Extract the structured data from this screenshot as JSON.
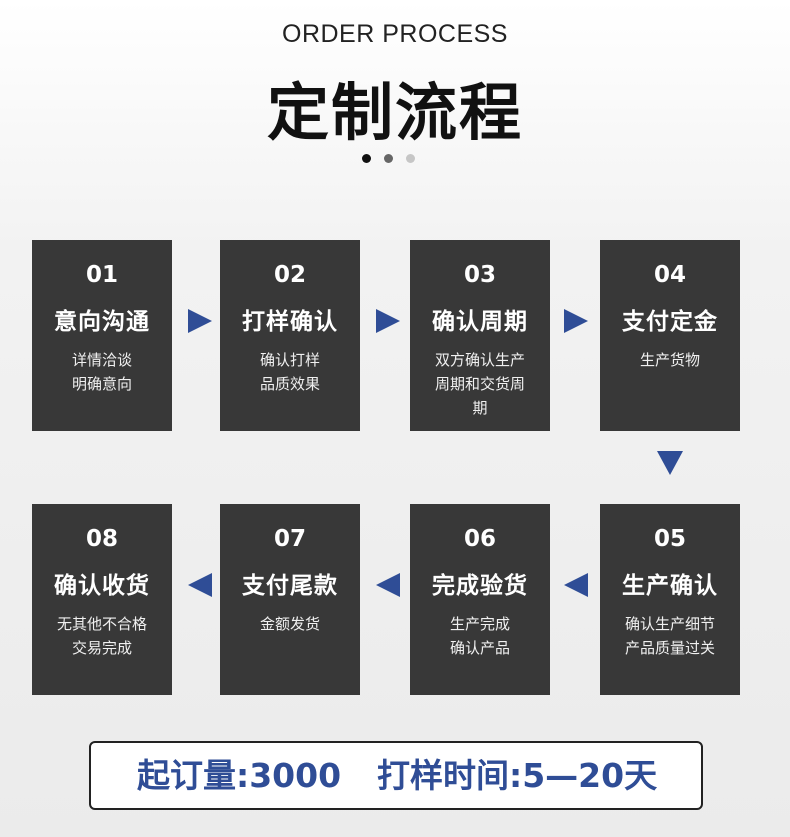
{
  "header": {
    "subtitle": "ORDER PROCESS",
    "title": "定制流程"
  },
  "steps": [
    {
      "num": "01",
      "name": "意向沟通",
      "desc": "详情洽谈\n明确意向"
    },
    {
      "num": "02",
      "name": "打样确认",
      "desc": "确认打样\n品质效果"
    },
    {
      "num": "03",
      "name": "确认周期",
      "desc": "双方确认生产\n周期和交货周\n期"
    },
    {
      "num": "04",
      "name": "支付定金",
      "desc": "生产货物"
    },
    {
      "num": "05",
      "name": "生产确认",
      "desc": "确认生产细节\n产品质量过关"
    },
    {
      "num": "06",
      "name": "完成验货",
      "desc": "生产完成\n确认产品"
    },
    {
      "num": "07",
      "name": "支付尾款",
      "desc": "金额发货"
    },
    {
      "num": "08",
      "name": "确认收货",
      "desc": "无其他不合格\n交易完成"
    }
  ],
  "banner": {
    "moq": "起订量:3000",
    "sample_time": "打样时间:5—20天"
  },
  "colors": {
    "card_bg": "#383838",
    "arrow": "#2f4d96",
    "banner_text": "#2f4d96"
  }
}
